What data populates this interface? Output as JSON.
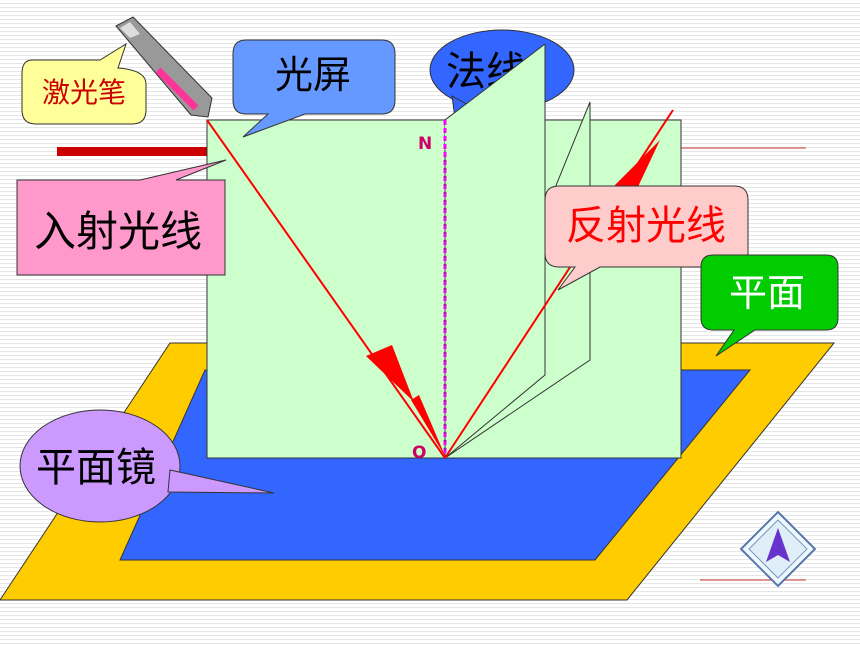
{
  "labels": {
    "laser_pen": "激光笔",
    "light_screen": "光屏",
    "normal_line": "法线",
    "incident_ray": "入射光线",
    "reflected_ray": "反射光线",
    "plane": "平面",
    "plane_mirror": "平面镜",
    "point_n": "N",
    "point_o": "O"
  },
  "colors": {
    "screen_fill": "#ccffcc",
    "mirror_fill": "#3366ff",
    "frame_fill": "#ffcc00",
    "ray": "#ff0000",
    "normal": "#ff00ff",
    "laser_label_bg": "#ffff99",
    "screen_label_bg": "#6699ff",
    "normal_label_bg": "#3366ff",
    "incident_label_bg": "#ff99cc",
    "reflected_label_bg": "#ffcccc",
    "plane_label_bg": "#00cc00",
    "mirror_label_bg": "#cc99ff"
  },
  "icons": {
    "nav": "up-arrow-diamond-icon",
    "laser": "laser-pen-icon"
  }
}
